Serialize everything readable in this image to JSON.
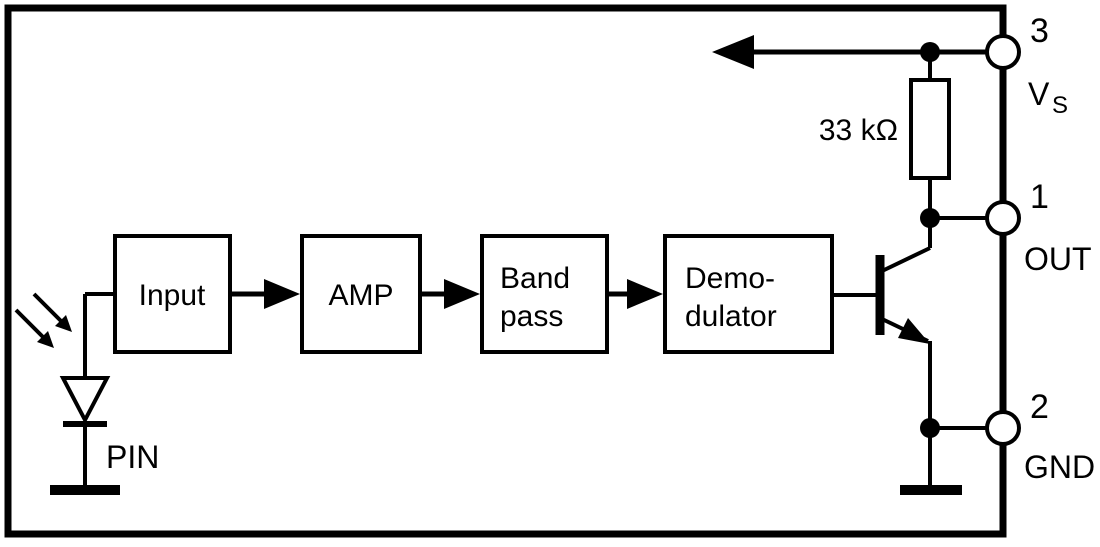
{
  "blocks": {
    "input": {
      "line1": "Input"
    },
    "amp": {
      "line1": "AMP"
    },
    "bandpass": {
      "line1": "Band",
      "line2": "pass"
    },
    "demodulator": {
      "line1": "Demo-",
      "line2": "dulator"
    }
  },
  "components": {
    "resistor_label": "33 kΩ",
    "photodiode_label": "PIN"
  },
  "pins": {
    "vs": {
      "number": "3",
      "label": "V",
      "label_sub": "S"
    },
    "out": {
      "number": "1",
      "label": "OUT"
    },
    "gnd": {
      "number": "2",
      "label": "GND"
    }
  },
  "colors": {
    "line": "#000000",
    "background": "#ffffff"
  }
}
